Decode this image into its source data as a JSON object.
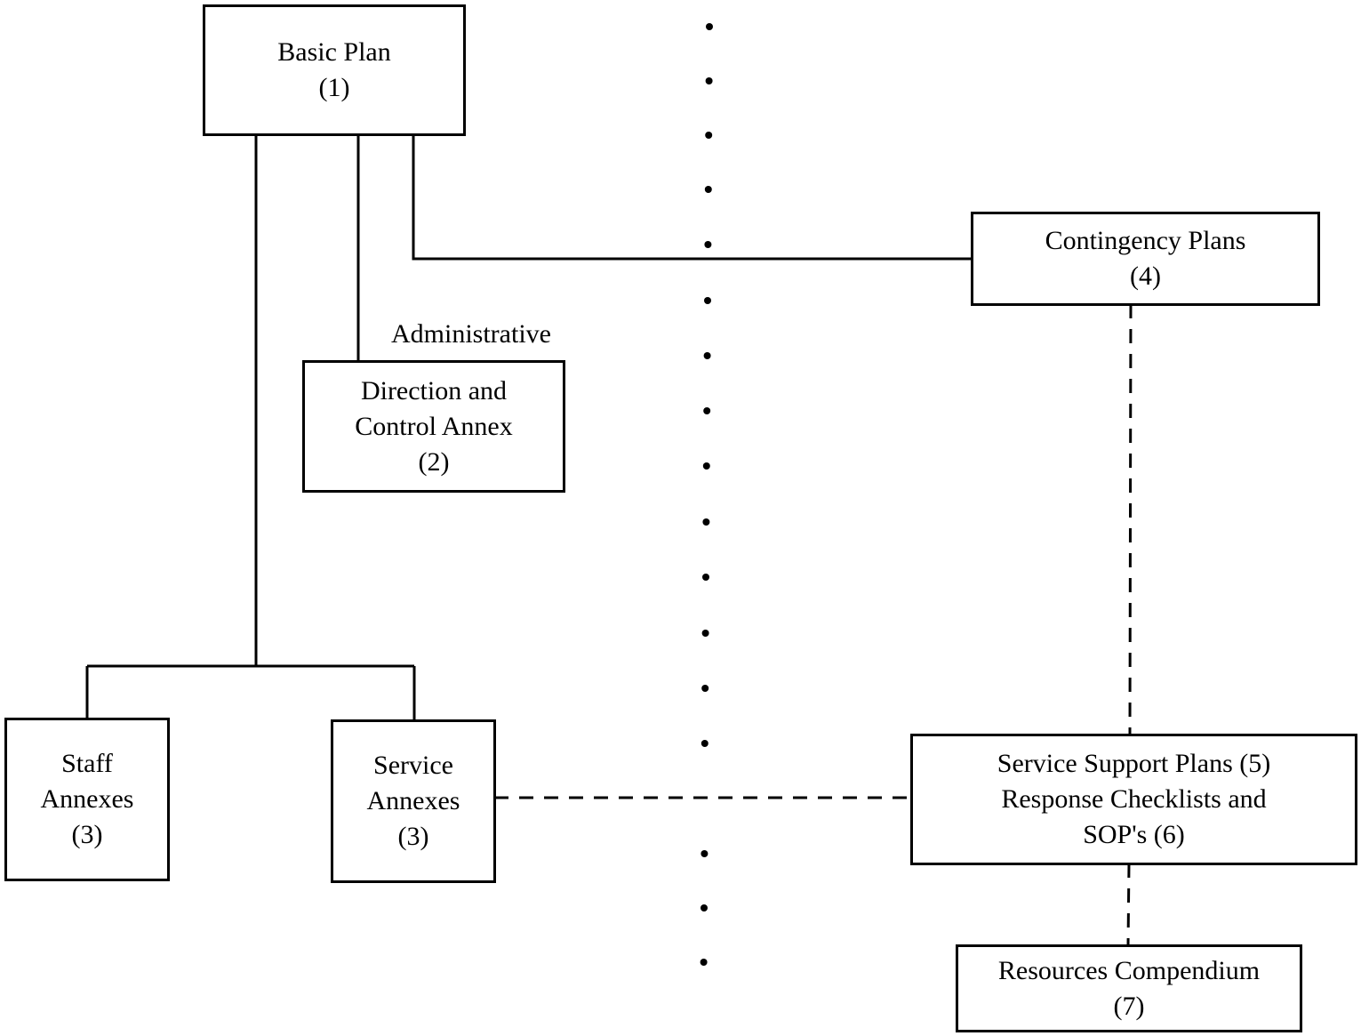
{
  "diagram": {
    "nodes": {
      "basic_plan": {
        "line1": "Basic Plan",
        "line2": "(1)"
      },
      "direction_control": {
        "line1": "Direction and",
        "line2": "Control Annex",
        "line3": "(2)"
      },
      "staff_annexes": {
        "line1": "Staff",
        "line2": "Annexes",
        "line3": "(3)"
      },
      "service_annexes": {
        "line1": "Service",
        "line2": "Annexes",
        "line3": "(3)"
      },
      "contingency_plans": {
        "line1": "Contingency Plans",
        "line2": "(4)"
      },
      "service_support": {
        "line1": "Service Support Plans (5)",
        "line2": "Response Checklists and",
        "line3": "SOP's (6)"
      },
      "resources_compendium": {
        "line1": "Resources Compendium",
        "line2": "(7)"
      }
    },
    "labels": {
      "administrative": "Administrative"
    },
    "edges": [
      {
        "from": "basic_plan",
        "to": "direction_control",
        "style": "solid"
      },
      {
        "from": "basic_plan",
        "to": "staff_annexes",
        "style": "solid"
      },
      {
        "from": "basic_plan",
        "to": "service_annexes",
        "style": "solid"
      },
      {
        "from": "basic_plan",
        "to": "contingency_plans",
        "style": "solid"
      },
      {
        "from": "contingency_plans",
        "to": "service_support",
        "style": "dashed"
      },
      {
        "from": "service_annexes",
        "to": "service_support",
        "style": "dashed"
      },
      {
        "from": "service_support",
        "to": "resources_compendium",
        "style": "dashed"
      }
    ],
    "colors": {
      "line": "#000000",
      "background": "#ffffff"
    }
  }
}
